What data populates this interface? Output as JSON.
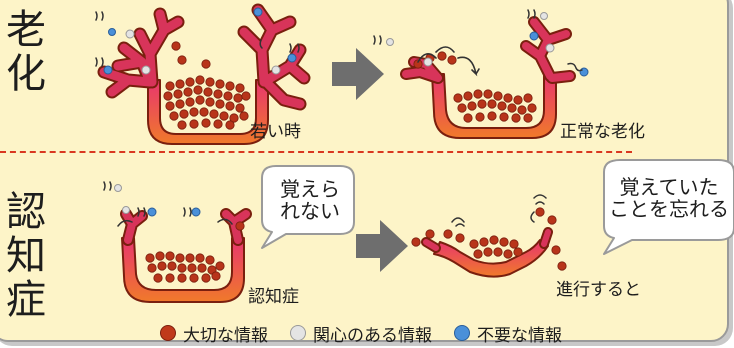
{
  "sections": {
    "aging": {
      "label_chars": [
        "老",
        "化"
      ]
    },
    "dementia": {
      "label_chars": [
        "認",
        "知",
        "症"
      ]
    }
  },
  "captions": {
    "young": "若い時",
    "normal_aging": "正常な老化",
    "dementia": "認知症",
    "progressed": "進行すると"
  },
  "bubbles": {
    "cannot_remember": {
      "lines": [
        "覚えら",
        "れない"
      ]
    },
    "forget_remembered": {
      "lines": [
        "覚えていた",
        "ことを忘れる"
      ]
    }
  },
  "legend": [
    {
      "label": "大切な情報",
      "color": "#c0391b"
    },
    {
      "label": "関心のある情報",
      "color": "#e4e4e4"
    },
    {
      "label": "不要な情報",
      "color": "#4a90d9"
    }
  ],
  "colors": {
    "background": "#fdf4c8",
    "divider": "#d9371f",
    "neuron_top": "#e8356f",
    "neuron_bottom": "#f07a2a",
    "arrow": "#6e6e6e"
  }
}
